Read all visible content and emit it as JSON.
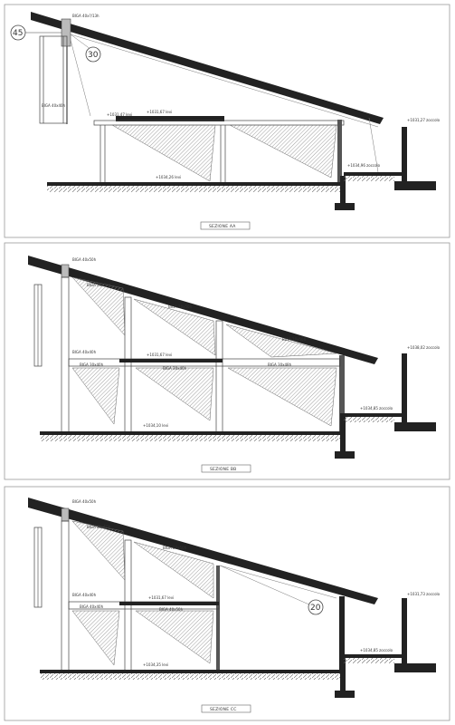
{
  "sections": [
    {
      "id": "aa",
      "title": "SEZIONE AA",
      "callouts": [
        "45",
        "30"
      ],
      "labels": {
        "beam_top": "BIGA 40x?/13h",
        "beam_col": "BIGA 40x40h",
        "lev_floor": "+1031,47 levi",
        "lev_slab": "+1031,67 levi",
        "lev_ground": "+1034,26 levi",
        "lev_zoccolo": "+1031,27 zoccolo",
        "lev_right": "+1034,96 zoccolo"
      }
    },
    {
      "id": "bb",
      "title": "SEZIONE BB",
      "labels": {
        "beam_top": "BIGA 40x50h",
        "beam_r1": "BIGA 20x50h",
        "beam_r2": "BIGA 20x50h",
        "beam_r3": "BIGA 20x50h",
        "beam_mid": "BIGA 40x40h",
        "beam_mid2": "BIGA 30x40h",
        "beam_f1": "BIGA 30x40h",
        "beam_f2": "BIGA 30x48h",
        "lev_slab": "+1031,67 levi",
        "lev_ground": "+1034,10 levi",
        "lev_zoccolo": "+1038,02 zoccolo",
        "lev_right": "+1034,85 zoccolo"
      }
    },
    {
      "id": "cc",
      "title": "SEZIONE CC",
      "callouts": [
        "20"
      ],
      "labels": {
        "beam_top": "BIGA 40x50h",
        "beam_r1": "BIGA 20x50h",
        "beam_r2": "BIGA 20x50h",
        "beam_mid": "BIGA 40x40h",
        "beam_mid2": "BIGA 40x40h",
        "beam_f1": "BIGA 40x50h",
        "lev_slab": "+1031,67 levi",
        "lev_ground": "+1034,35 levi",
        "lev_zoccolo": "+1031,73 zoccolo",
        "lev_right": "+1034,85 zoccolo"
      }
    }
  ]
}
